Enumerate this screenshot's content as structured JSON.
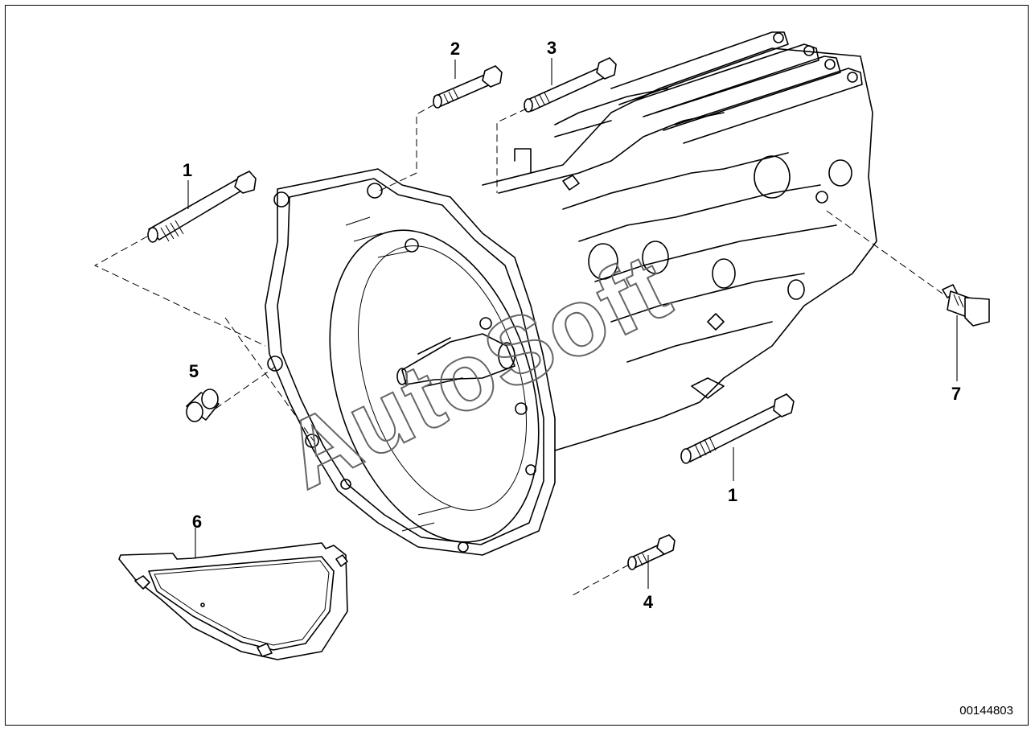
{
  "diagram": {
    "watermark": "AutoSoft",
    "reference_number": "00144803",
    "callouts": [
      {
        "id": "c1a",
        "label": "1"
      },
      {
        "id": "c2",
        "label": "2"
      },
      {
        "id": "c3",
        "label": "3"
      },
      {
        "id": "c5",
        "label": "5"
      },
      {
        "id": "c6",
        "label": "6"
      },
      {
        "id": "c7",
        "label": "7"
      },
      {
        "id": "c1b",
        "label": "1"
      },
      {
        "id": "c4",
        "label": "4"
      }
    ]
  }
}
